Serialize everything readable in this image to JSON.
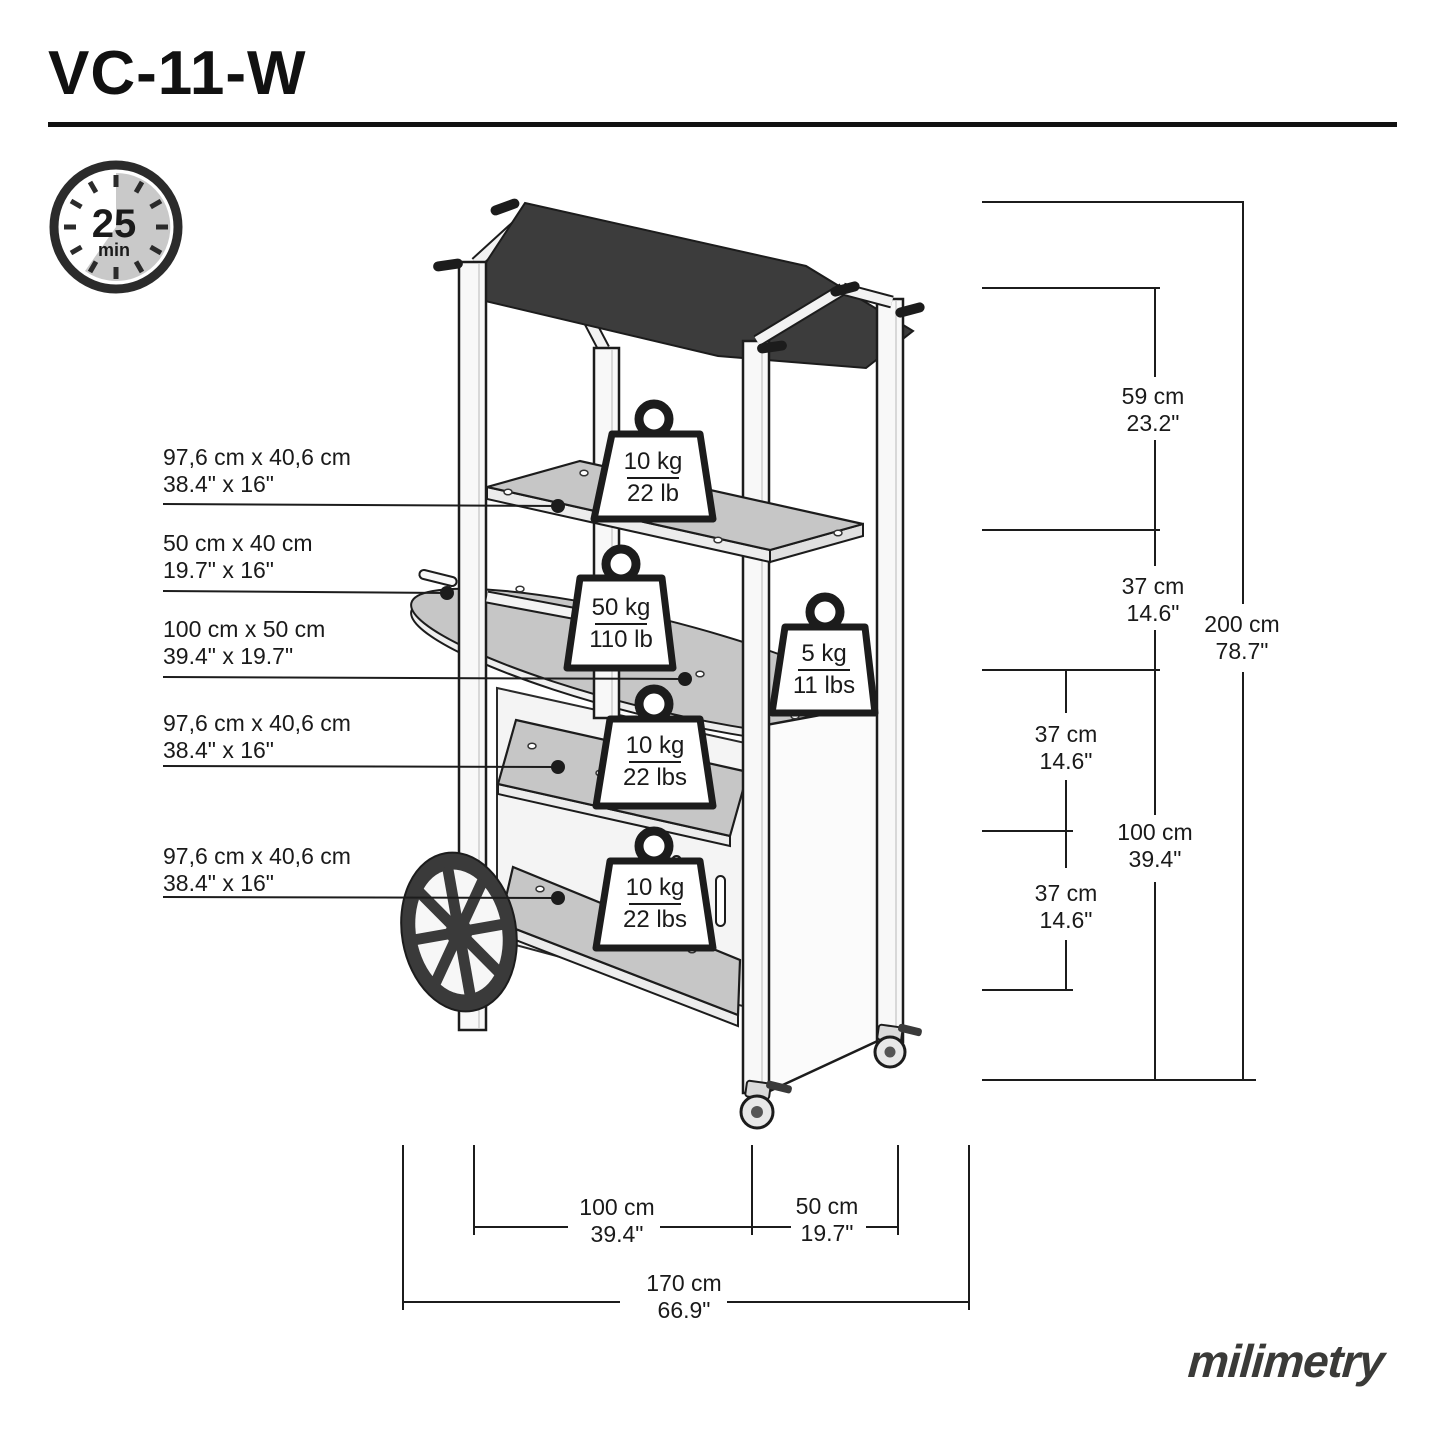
{
  "title": "VC-11-W",
  "timer": {
    "value": "25",
    "unit": "min"
  },
  "left_labels": [
    {
      "metric": "97,6 cm x 40,6 cm",
      "imperial": "38.4\" x 16\""
    },
    {
      "metric": "50 cm x 40 cm",
      "imperial": "19.7\" x 16\""
    },
    {
      "metric": "100 cm x 50 cm",
      "imperial": "39.4\" x 19.7\""
    },
    {
      "metric": "97,6 cm x 40,6 cm",
      "imperial": "38.4\" x 16\""
    },
    {
      "metric": "97,6 cm x 40,6 cm",
      "imperial": "38.4\" x 16\""
    }
  ],
  "weights": [
    {
      "metric": "10 kg",
      "imperial": "22 lb"
    },
    {
      "metric": "50 kg",
      "imperial": "110 lb"
    },
    {
      "metric": "5 kg",
      "imperial": "11 lbs"
    },
    {
      "metric": "10 kg",
      "imperial": "22 lbs"
    },
    {
      "metric": "10 kg",
      "imperial": "22 lbs"
    }
  ],
  "right_dims": [
    {
      "metric": "59 cm",
      "imperial": "23.2\""
    },
    {
      "metric": "37 cm",
      "imperial": "14.6\""
    },
    {
      "metric": "200 cm",
      "imperial": "78.7\""
    },
    {
      "metric": "37 cm",
      "imperial": "14.6\""
    },
    {
      "metric": "100 cm",
      "imperial": "39.4\""
    },
    {
      "metric": "37 cm",
      "imperial": "14.6\""
    }
  ],
  "bottom_dims": [
    {
      "metric": "100 cm",
      "imperial": "39.4\""
    },
    {
      "metric": "50 cm",
      "imperial": "19.7\""
    },
    {
      "metric": "170 cm",
      "imperial": "66.9\""
    }
  ],
  "logo": "milimetry",
  "colors": {
    "ink": "#1a1a1a",
    "shelf_gray": "#c6c6c6",
    "canopy": "#3c3c3c",
    "timer_gray": "#c9c9c9"
  }
}
